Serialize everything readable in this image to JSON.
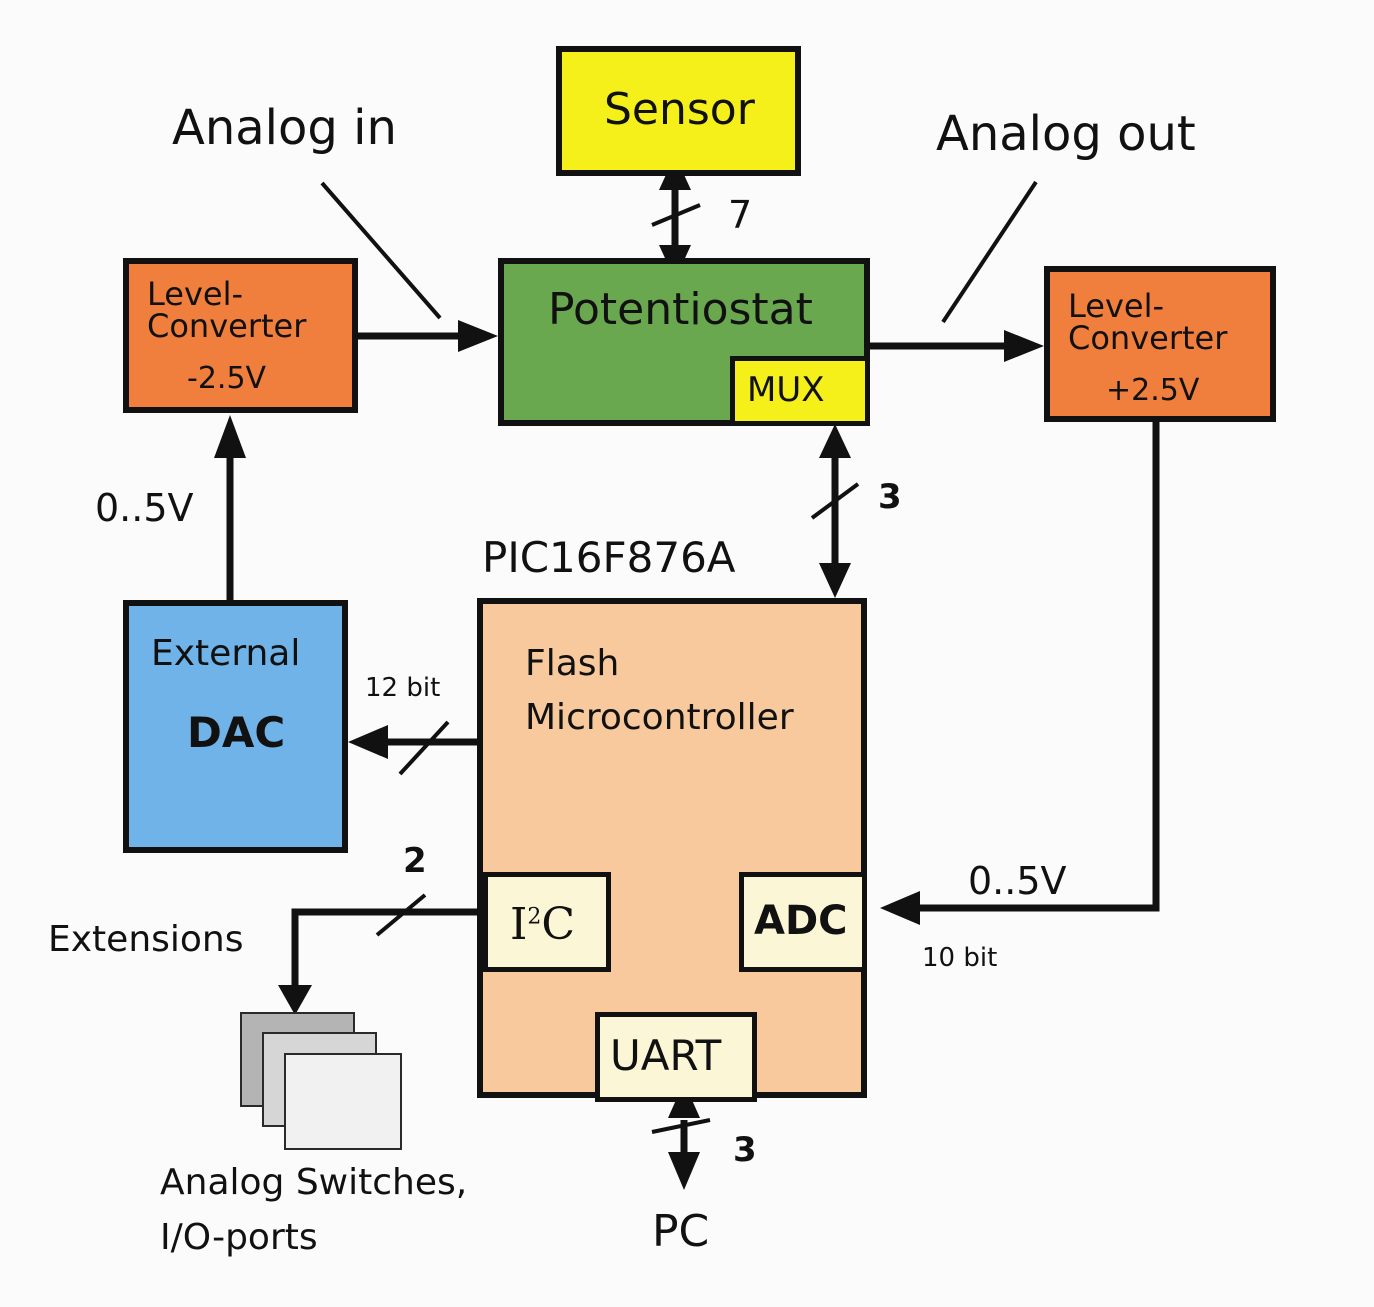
{
  "colors": {
    "sensor": "#f5f01a",
    "potentiostat": "#6aa84f",
    "mux": "#f5f01a",
    "level_converter": "#f07e3c",
    "dac": "#6fb3e9",
    "microcontroller": "#f7c99c",
    "peripheral": "#fbf6d6",
    "stroke": "#111111"
  },
  "labels": {
    "analog_in": "Analog in",
    "analog_out": "Analog out",
    "zero_five_left": "0..5V",
    "zero_five_right": "0..5V",
    "mcu_title": "PIC16F876A",
    "bus_7": "7",
    "bus_3_top": "3",
    "bus_3_bottom": "3",
    "bus_12bit": "12 bit",
    "bus_2": "2",
    "bus_10bit": "10 bit",
    "extensions": "Extensions",
    "pc": "PC",
    "switches_line1": "Analog Switches,",
    "switches_line2": "I/O-ports"
  },
  "blocks": {
    "sensor": "Sensor",
    "potentiostat": "Potentiostat",
    "mux": "MUX",
    "lc_left_line1": "Level-",
    "lc_left_line2": "Converter",
    "lc_left_line3": "-2.5V",
    "lc_right_line1": "Level-",
    "lc_right_line2": "Converter",
    "lc_right_line3": "+2.5V",
    "dac_line1": "External",
    "dac_line2": "DAC",
    "mcu_line1": "Flash",
    "mcu_line2": "Microcontroller",
    "i2c_base": "I",
    "i2c_sup": "2",
    "i2c_tail": "C",
    "adc": "ADC",
    "uart": "UART"
  }
}
